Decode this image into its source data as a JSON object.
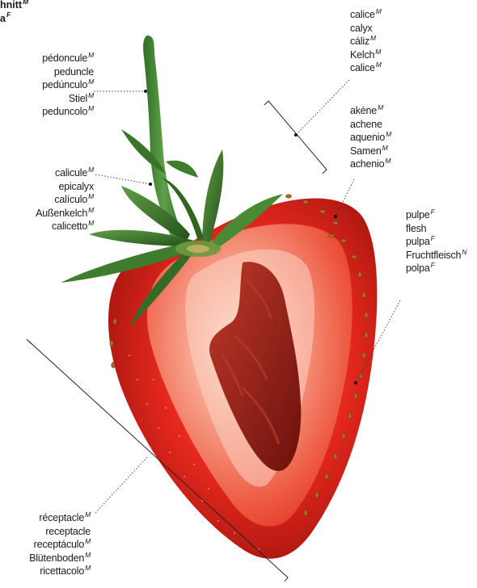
{
  "cropped_heading": {
    "line1": "hnitt",
    "line1_gender": "M",
    "line2": "a",
    "line2_gender": "F"
  },
  "labels": {
    "peduncle": [
      {
        "text": "pédoncule",
        "gender": "M"
      },
      {
        "text": "peduncle",
        "gender": ""
      },
      {
        "text": "pedúnculo",
        "gender": "M"
      },
      {
        "text": "Stiel",
        "gender": "M"
      },
      {
        "text": "peduncolo",
        "gender": "M"
      }
    ],
    "epicalyx": [
      {
        "text": "calicule",
        "gender": "M"
      },
      {
        "text": "epicalyx",
        "gender": ""
      },
      {
        "text": "calículo",
        "gender": "M"
      },
      {
        "text": "Außenkelch",
        "gender": "M"
      },
      {
        "text": "calicetto",
        "gender": "M"
      }
    ],
    "calyx": [
      {
        "text": "calice",
        "gender": "M"
      },
      {
        "text": "calyx",
        "gender": ""
      },
      {
        "text": "cáliz",
        "gender": "M"
      },
      {
        "text": "Kelch",
        "gender": "M"
      },
      {
        "text": "calice",
        "gender": "M"
      }
    ],
    "achene": [
      {
        "text": "akène",
        "gender": "M"
      },
      {
        "text": "achene",
        "gender": ""
      },
      {
        "text": "aquenio",
        "gender": "M"
      },
      {
        "text": "Samen",
        "gender": "M"
      },
      {
        "text": "achenio",
        "gender": "M"
      }
    ],
    "flesh": [
      {
        "text": "pulpe",
        "gender": "F"
      },
      {
        "text": "flesh",
        "gender": ""
      },
      {
        "text": "pulpa",
        "gender": "F"
      },
      {
        "text": "Fruchtfleisch",
        "gender": "N"
      },
      {
        "text": "polpa",
        "gender": "F"
      }
    ],
    "receptacle": [
      {
        "text": "réceptacle",
        "gender": "M"
      },
      {
        "text": "receptacle",
        "gender": ""
      },
      {
        "text": "receptáculo",
        "gender": "M"
      },
      {
        "text": "Blütenboden",
        "gender": "M"
      },
      {
        "text": "ricettacolo",
        "gender": "M"
      }
    ]
  },
  "colors": {
    "skin": "#e3271d",
    "skin_dark": "#a8150f",
    "flesh_light": "#f7b9a6",
    "core": "#8a1a14",
    "leaf": "#3f7d2e",
    "leaf_dark": "#24521b",
    "stem": "#4f8c3c",
    "seed": "#a8641e"
  }
}
